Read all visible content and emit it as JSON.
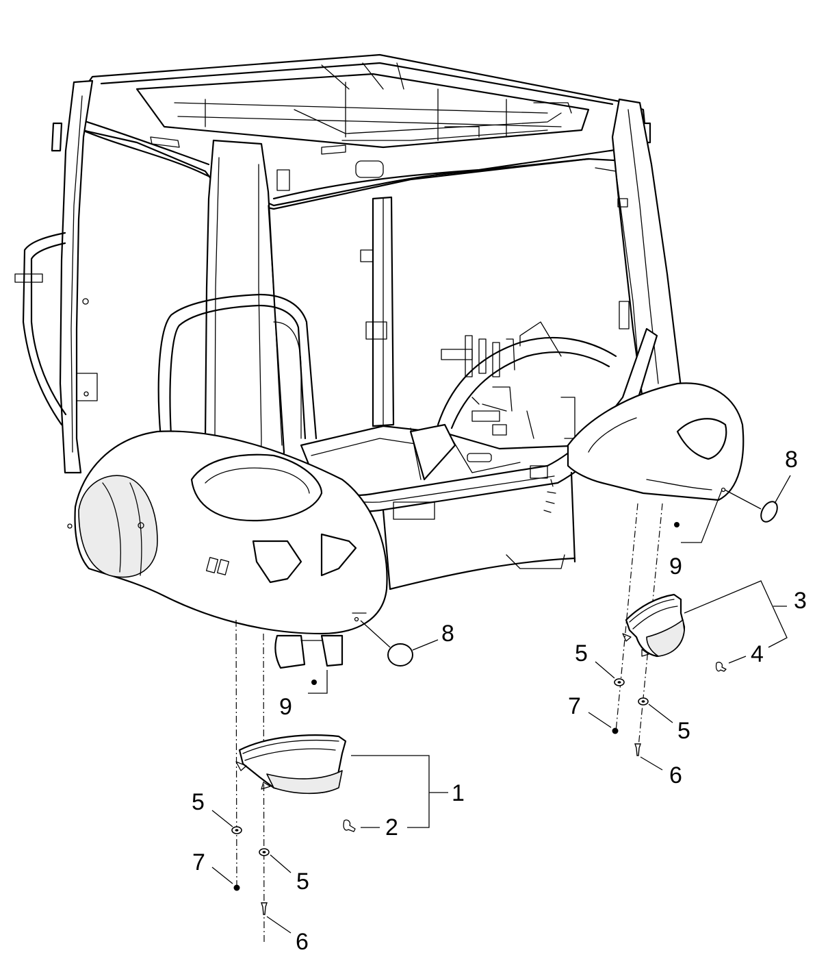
{
  "callouts": {
    "c1": "1",
    "c2": "2",
    "c3": "3",
    "c4": "4",
    "c5a": "5",
    "c5b": "5",
    "c5c": "5",
    "c5d": "5",
    "c6a": "6",
    "c6b": "6",
    "c7a": "7",
    "c7b": "7",
    "c8a": "8",
    "c8b": "8",
    "c9a": "9",
    "c9b": "9"
  }
}
